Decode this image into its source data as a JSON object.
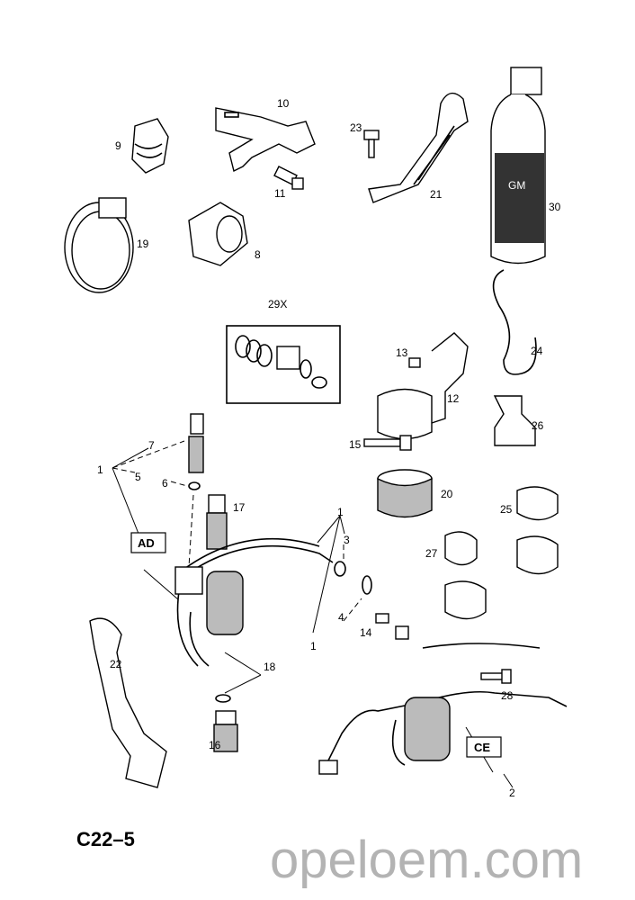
{
  "diagram": {
    "page_code": "C22–5",
    "watermark": "opeloem.com",
    "can_brand": "GM",
    "callouts": {
      "p9": "9",
      "p10": "10",
      "p23": "23",
      "p11": "11",
      "p21": "21",
      "p30": "30",
      "p19": "19",
      "p8": "8",
      "p29x": "29X",
      "p24": "24",
      "p13": "13",
      "p12": "12",
      "p26": "26",
      "p7": "7",
      "p1a": "1",
      "p5": "5",
      "p6": "6",
      "p15": "15",
      "p17": "17",
      "p20": "20",
      "p1b": "1",
      "p3": "3",
      "p25": "25",
      "p27": "27",
      "p4": "4",
      "p14": "14",
      "p1c": "1",
      "p18": "18",
      "p22": "22",
      "p28": "28",
      "p16": "16",
      "p2": "2"
    },
    "assembly_boxes": {
      "ad": "AD",
      "ce": "CE"
    }
  }
}
